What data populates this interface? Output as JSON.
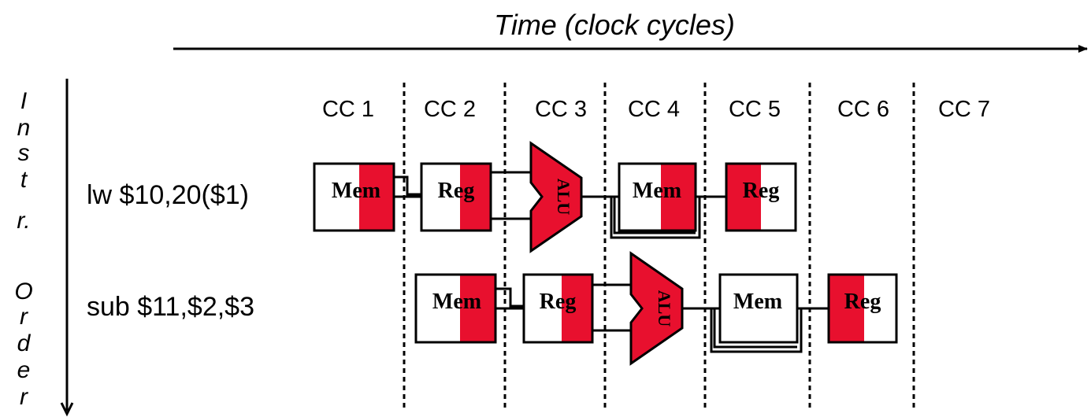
{
  "time_axis": {
    "label": "Time (clock cycles)"
  },
  "order_axis": {
    "letters": [
      "I",
      "n",
      "s",
      "t",
      "r.",
      "O",
      "r",
      "d",
      "e",
      "r"
    ]
  },
  "cycles": [
    "CC 1",
    "CC 2",
    "CC 3",
    "CC 4",
    "CC 5",
    "CC 6",
    "CC 7"
  ],
  "instructions": [
    {
      "label": "lw $10,20($1)",
      "stages": {
        "mem": "Mem",
        "reg_read": "Reg",
        "alu": "ALU",
        "data_mem": "Mem",
        "reg_write": "Reg"
      }
    },
    {
      "label": "sub $11,$2,$3",
      "stages": {
        "mem": "Mem",
        "reg_read": "Reg",
        "alu": "ALU",
        "data_mem": "Mem",
        "reg_write": "Reg"
      }
    }
  ],
  "colors": {
    "stage_fill": "#e8102e",
    "line": "#000000",
    "background": "#ffffff"
  }
}
